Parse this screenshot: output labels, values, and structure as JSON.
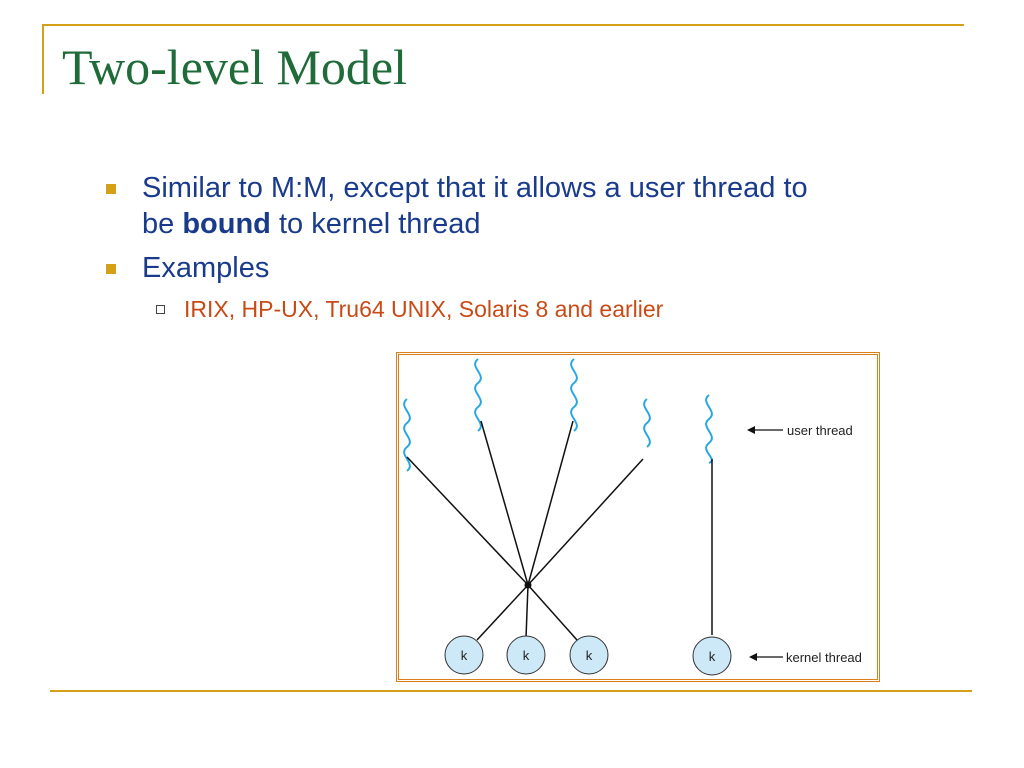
{
  "slide": {
    "title": "Two-level Model",
    "bullets": [
      {
        "text_before": "Similar to M:M, except that it allows a user thread to be ",
        "bold": "bound",
        "text_after": " to kernel thread"
      },
      {
        "text": "Examples",
        "subitems": [
          "IRIX, HP-UX, Tru64 UNIX, Solaris 8 and earlier"
        ]
      }
    ]
  },
  "diagram": {
    "user_thread_label": "user thread",
    "kernel_thread_label": "kernel thread",
    "kernel_thread_letter": "k",
    "kernel_thread_count": 4,
    "user_thread_count": 5,
    "colors": {
      "user_thread_wave": "#29a8e0",
      "kernel_thread_fill": "#cde8f7",
      "border": "#d9801c",
      "title": "#1f6b3a",
      "bullet_text": "#1a3b8c",
      "sub_bullet_text": "#c84a16",
      "accent": "#d4a017"
    }
  }
}
